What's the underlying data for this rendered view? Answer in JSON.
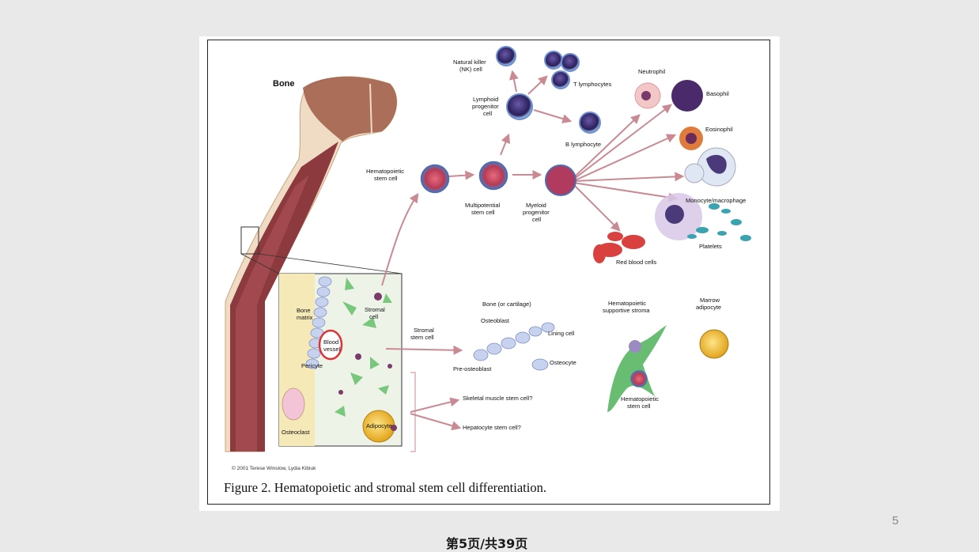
{
  "slide": {
    "number": "5",
    "page_counter": "第5页/共39页"
  },
  "figure": {
    "caption": "Figure 2. Hematopoietic and stromal stem cell differentiation.",
    "copyright": "© 2001 Terese Winslow, Lydia Kibiuk",
    "labels": {
      "bone": "Bone",
      "nk_cell_1": "Natural killer",
      "nk_cell_2": "(NK) cell",
      "t_lymphocytes": "T lymphocytes",
      "lymphoid_1": "Lymphoid",
      "lymphoid_2": "progenitor",
      "lymphoid_3": "cell",
      "b_lymphocyte": "B lymphocyte",
      "neutrophil": "Neutrophil",
      "basophil": "Basophil",
      "eosinophil": "Eosinophil",
      "monocyte": "Monocyte/macrophage",
      "platelets": "Platelets",
      "red_blood_cells": "Red blood cells",
      "hsc_1": "Hematopoietic",
      "hsc_2": "stem cell",
      "multipotential_1": "Multipotential",
      "multipotential_2": "stem cell",
      "myeloid_1": "Myeloid",
      "myeloid_2": "progenitor",
      "myeloid_3": "cell",
      "bone_matrix_1": "Bone",
      "bone_matrix_2": "matrix",
      "stromal_cell_1": "Stromal",
      "stromal_cell_2": "cell",
      "blood_vessel_1": "Blood",
      "blood_vessel_2": "vessel",
      "pericyte": "Pericyte",
      "osteoclast": "Osteoclast",
      "adipocyte": "Adipocyte",
      "stromal_stem_1": "Stromal",
      "stromal_stem_2": "stem cell",
      "bone_cartilage": "Bone (or cartilage)",
      "osteoblast": "Osteoblast",
      "lining_cell": "Lining cell",
      "pre_osteoblast": "Pre-osteoblast",
      "osteocyte": "Osteocyte",
      "hema_support_1": "Hematopoietic",
      "hema_support_2": "supportive stroma",
      "marrow_adipocyte_1": "Marrow",
      "marrow_adipocyte_2": "adipocyte",
      "hsc_lower_1": "Hematopoietic",
      "hsc_lower_2": "stem cell",
      "skeletal_muscle": "Skeletal muscle stem cell?",
      "hepatocyte": "Hepatocyte stem cell?"
    }
  },
  "colors": {
    "background": "#e9e9e9",
    "bone_outer": "#f0dcc4",
    "bone_marrow": "#8c3a3e",
    "cell_purple": "#3a2a6a",
    "arrow": "#c98a93",
    "rbc": "#d8413e",
    "platelet": "#3aa3b0"
  }
}
